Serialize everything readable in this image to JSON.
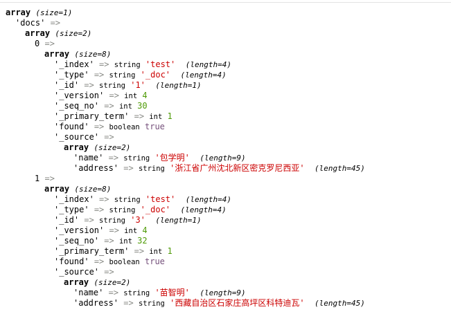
{
  "colors": {
    "string": "#cc0000",
    "int": "#4e9a06",
    "bool": "#75507b",
    "arrow": "#888a85"
  },
  "arrow": "=>",
  "lines": [
    {
      "indent": 0,
      "array": "array",
      "meta": "(size=1)"
    },
    {
      "indent": 1,
      "key": "'docs'"
    },
    {
      "indent": 2,
      "array": "array",
      "meta": "(size=2)"
    },
    {
      "indent": 3,
      "key": "0"
    },
    {
      "indent": 4,
      "array": "array",
      "meta": "(size=8)"
    },
    {
      "indent": 5,
      "key": "'_index'",
      "type": "string",
      "value": "'test'",
      "vclass": "str",
      "meta": "(length=4)"
    },
    {
      "indent": 5,
      "key": "'_type'",
      "type": "string",
      "value": "'_doc'",
      "vclass": "str",
      "meta": "(length=4)"
    },
    {
      "indent": 5,
      "key": "'_id'",
      "type": "string",
      "value": "'1'",
      "vclass": "str",
      "meta": "(length=1)"
    },
    {
      "indent": 5,
      "key": "'_version'",
      "type": "int",
      "value": "4",
      "vclass": "int"
    },
    {
      "indent": 5,
      "key": "'_seq_no'",
      "type": "int",
      "value": "30",
      "vclass": "int"
    },
    {
      "indent": 5,
      "key": "'_primary_term'",
      "type": "int",
      "value": "1",
      "vclass": "int"
    },
    {
      "indent": 5,
      "key": "'found'",
      "type": "boolean",
      "value": "true",
      "vclass": "bool"
    },
    {
      "indent": 5,
      "key": "'_source'"
    },
    {
      "indent": 6,
      "array": "array",
      "meta": "(size=2)"
    },
    {
      "indent": 7,
      "key": "'name'",
      "type": "string",
      "value": "'包学明'",
      "vclass": "str",
      "meta": "(length=9)"
    },
    {
      "indent": 7,
      "key": "'address'",
      "type": "string",
      "value": "'浙江省广州沈北新区密克罗尼西亚'",
      "vclass": "str",
      "meta": "(length=45)"
    },
    {
      "indent": 3,
      "key": "1"
    },
    {
      "indent": 4,
      "array": "array",
      "meta": "(size=8)"
    },
    {
      "indent": 5,
      "key": "'_index'",
      "type": "string",
      "value": "'test'",
      "vclass": "str",
      "meta": "(length=4)"
    },
    {
      "indent": 5,
      "key": "'_type'",
      "type": "string",
      "value": "'_doc'",
      "vclass": "str",
      "meta": "(length=4)"
    },
    {
      "indent": 5,
      "key": "'_id'",
      "type": "string",
      "value": "'3'",
      "vclass": "str",
      "meta": "(length=1)"
    },
    {
      "indent": 5,
      "key": "'_version'",
      "type": "int",
      "value": "4",
      "vclass": "int"
    },
    {
      "indent": 5,
      "key": "'_seq_no'",
      "type": "int",
      "value": "32",
      "vclass": "int"
    },
    {
      "indent": 5,
      "key": "'_primary_term'",
      "type": "int",
      "value": "1",
      "vclass": "int"
    },
    {
      "indent": 5,
      "key": "'found'",
      "type": "boolean",
      "value": "true",
      "vclass": "bool"
    },
    {
      "indent": 5,
      "key": "'_source'"
    },
    {
      "indent": 6,
      "array": "array",
      "meta": "(size=2)"
    },
    {
      "indent": 7,
      "key": "'name'",
      "type": "string",
      "value": "'苗智明'",
      "vclass": "str",
      "meta": "(length=9)"
    },
    {
      "indent": 7,
      "key": "'address'",
      "type": "string",
      "value": "'西藏自治区石家庄高坪区科特迪瓦'",
      "vclass": "str",
      "meta": "(length=45)"
    }
  ]
}
